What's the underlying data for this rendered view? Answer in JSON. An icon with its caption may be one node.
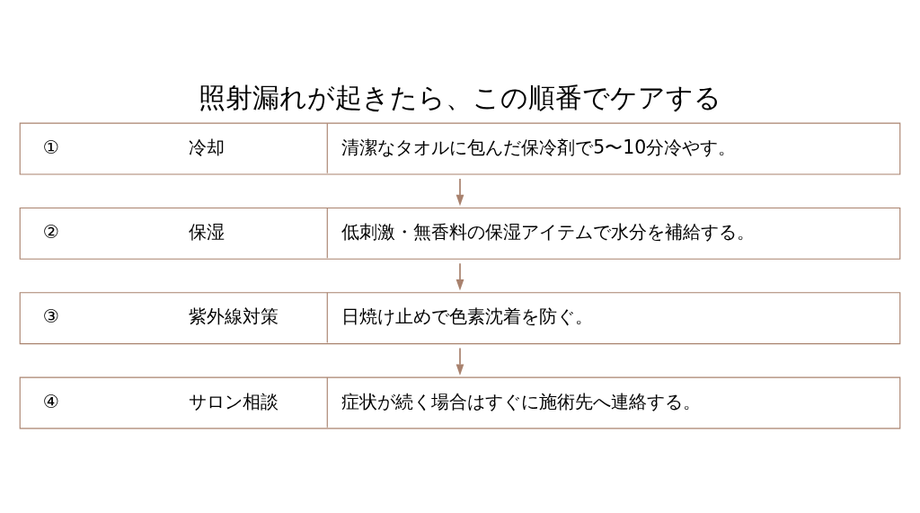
{
  "diagram": {
    "title": "照射漏れが起きたら、この順番でケアする",
    "nodes": [
      {
        "text": [
          "①",
          "冷却",
          "清潔なタオルに包んだ保冷剤で5〜10分冷やす。"
        ]
      },
      {
        "text": [
          "②",
          "保湿",
          "低刺激・無香料の保湿アイテムで水分を補給する。"
        ]
      },
      {
        "text": [
          "③",
          "紫外線対策",
          "日焼け止めで色素沈着を防ぐ。"
        ]
      },
      {
        "text": [
          "④",
          "サロン相談",
          "症状が続く場合はすぐに施術先へ連絡する。"
        ]
      }
    ],
    "edges": [
      {
        "from": 0,
        "to": 1,
        "arrow": "to"
      },
      {
        "from": 1,
        "to": 2,
        "arrow": "to"
      },
      {
        "from": 2,
        "to": 3,
        "arrow": "to"
      }
    ]
  }
}
